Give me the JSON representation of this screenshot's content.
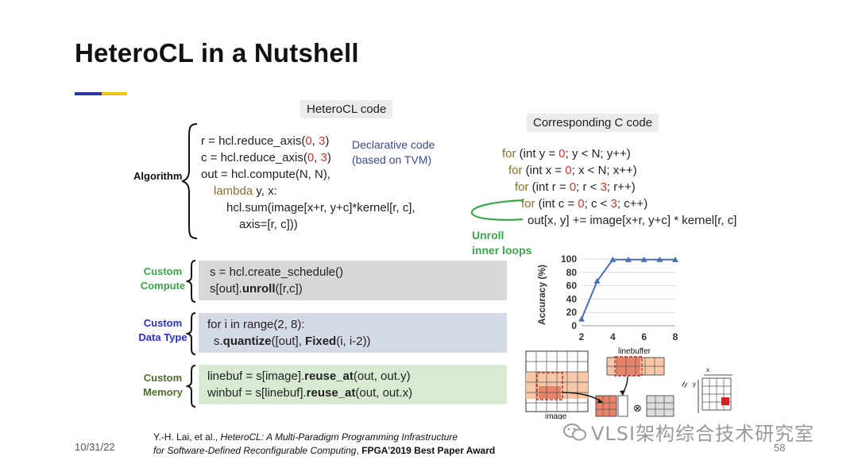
{
  "title": "HeteroCL in a Nutshell",
  "colors": {
    "accent_blue": "#2b33a8",
    "accent_yellow": "#f2c21b",
    "green_label": "#3aa64a",
    "blue_label": "#2a2fc9",
    "olive_label": "#4e6e2e",
    "code_keyword": "#8b6f2a",
    "code_number": "#c0392b",
    "line_chart": "#4a6fb0"
  },
  "heterocl_code_label": "HeteroCL code",
  "c_code_label": "Corresponding C code",
  "algorithm_label": "Algorithm",
  "declarative_note": [
    "Declarative code",
    "(based on TVM)"
  ],
  "algorithm_code": {
    "l1_pre": "r = hcl.reduce_axis(",
    "l1_a": "0",
    "l1_sep": ", ",
    "l1_b": "3",
    "l1_post": ")",
    "l2_pre": "c = hcl.reduce_axis(",
    "l2_a": "0",
    "l2_sep": ", ",
    "l2_b": "3",
    "l2_post": ")",
    "l3": "out = hcl.compute(N, N),",
    "l4_kw": "lambda",
    "l4_rest": " y, x:",
    "l5": "hcl.sum(image[x+r, y+c]*kernel[r, c],",
    "l6": "axis=[r, c]))"
  },
  "c_code": {
    "l1_kw": "for",
    "l1_a": " (int y = ",
    "l1_n": "0",
    "l1_b": "; y < N; y++)",
    "l2_kw": "for",
    "l2_a": " (int x = ",
    "l2_n": "0",
    "l2_b": "; x < N; x++)",
    "l3_kw": "for",
    "l3_a": " (int r = ",
    "l3_n": "0",
    "l3_b": "; r < ",
    "l3_m": "3",
    "l3_c": "; r++)",
    "l4_kw": "for",
    "l4_a": " (int c = ",
    "l4_n": "0",
    "l4_b": "; c < ",
    "l4_m": "3",
    "l4_c": "; c++)",
    "l5": "out[x, y] += image[x+r, y+c] * kernel[r, c]"
  },
  "unroll_label": [
    "Unroll",
    "inner loops"
  ],
  "custom_compute": {
    "label": [
      "Custom",
      "Compute"
    ],
    "l1": "s = hcl.create_schedule()",
    "l2_pre": "s[out].",
    "l2_bold": "unroll",
    "l2_post": "([r,c])"
  },
  "custom_data_type": {
    "label": [
      "Custom",
      "Data Type"
    ],
    "l1": "for i in range(2, 8):",
    "l2_pre": "s.",
    "l2_bold": "quantize",
    "l2_mid": "([out], ",
    "l2_bold2": "Fixed",
    "l2_post": "(i, i-2))"
  },
  "custom_memory": {
    "label": [
      "Custom",
      "Memory"
    ],
    "l1_pre": "linebuf = s[image].",
    "l1_bold": "reuse_at",
    "l1_post": "(out, out.y)",
    "l2_pre": "winbuf = s[linebuf].",
    "l2_bold": "reuse_at",
    "l2_post": "(out, out.x)"
  },
  "chart_data": {
    "type": "line",
    "x": [
      2,
      3,
      4,
      5,
      6,
      7,
      8
    ],
    "y": [
      10,
      67,
      99,
      99,
      99,
      99,
      99
    ],
    "xticks": [
      "2",
      "4",
      "6",
      "8"
    ],
    "yticks": [
      "0",
      "20",
      "40",
      "60",
      "80",
      "100"
    ],
    "ylabel": "Accuracy (%)",
    "xlim": [
      2,
      8
    ],
    "ylim": [
      0,
      100
    ],
    "grid": true,
    "legend": "none"
  },
  "diagram_labels": {
    "linebuffer": "linebuffer",
    "image": "image",
    "x": "x",
    "y": "y",
    "equals": "=",
    "otimes": "⊗"
  },
  "citation": {
    "l1_pre": "Y.-H. Lai, et al., ",
    "l1_italic": "HeteroCL: A Multi-Paradigm Programming Infrastructure",
    "l2_italic": "for Software-Defined Reconfigurable Computing",
    "l2_sep": ", ",
    "l2_bold": "FPGA’2019 Best Paper Award"
  },
  "date": "10/31/22",
  "page_number": "58",
  "watermark": "VLSI架构综合技术研究室"
}
